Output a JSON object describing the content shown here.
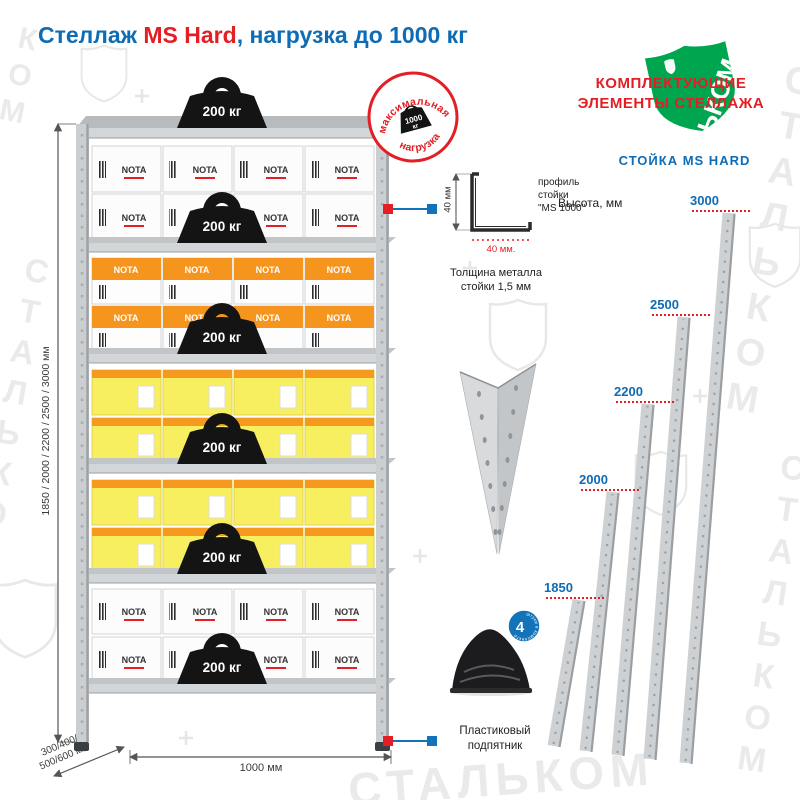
{
  "title": {
    "part1": "Стеллаж ",
    "part2": "MS Hard",
    "part3": ", нагрузка до 1000 кг"
  },
  "watermark": {
    "word": "СТАЛЬКОМ",
    "partial": "КОМ"
  },
  "brand_shield": {
    "word": "СТАЛЬКОМ"
  },
  "rack": {
    "box_brand": "NOTA",
    "load_badges": [
      "200 кг",
      "200 кг",
      "200 кг",
      "200 кг",
      "200 кг",
      "200 кг"
    ],
    "max_badge": {
      "arc_top": "максимальная",
      "arc_bottom": "нагрузка",
      "weight_value": "1000",
      "weight_unit": "кг"
    },
    "dim_height": "1850 / 2000 / 2200 / 2500 / 3000 мм",
    "dim_depth_line1": "300/400/",
    "dim_depth_line2": "500/600 мм",
    "dim_width": "1000 мм"
  },
  "profile": {
    "dim_vertical": "40 мм",
    "dim_horizontal": "40 мм.",
    "label_line1": "профиль",
    "label_line2": "стойки",
    "label_line3": "\"MS 1000\"",
    "thickness_line1": "Толщина металла",
    "thickness_line2": "стойки 1,5 мм"
  },
  "foot": {
    "badge_number": "4",
    "badge_text": "штуки в комплекте",
    "caption_line1": "Пластиковый",
    "caption_line2": "подпятник"
  },
  "components": {
    "heading_line1": "КОМПЛЕКТУЮЩИЕ",
    "heading_line2": "ЭЛЕМЕНТЫ СТЕЛЛАЖА",
    "subheading": "СТОЙКА MS HARD",
    "height_label": "Высота, мм",
    "post_heights": [
      "1850",
      "2000",
      "2200",
      "2500",
      "3000"
    ]
  },
  "colors": {
    "blue": "#0d6cb5",
    "red": "#e31e24",
    "green": "#00a550"
  }
}
